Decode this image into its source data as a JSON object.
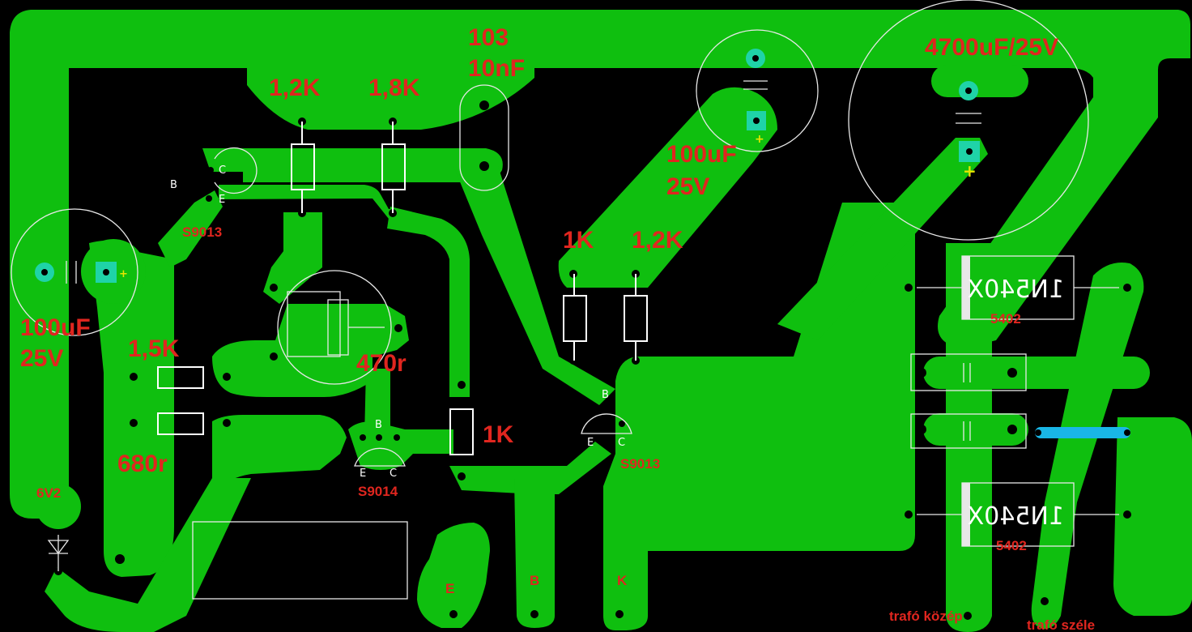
{
  "labels": {
    "cap_103": "103",
    "cap_10nF": "10nF",
    "r_1_2k_a": "1,2K",
    "r_1_8k": "1,8K",
    "cap_4700": "4700uF/25V",
    "cap_100uf_right_a": "100uF",
    "cap_100uf_right_b": "25V",
    "cap_100uf_left_a": "100uF",
    "cap_100uf_left_b": "25V",
    "r_1k_a": "1K",
    "r_1_2k_b": "1,2K",
    "r_1_5k": "1,5K",
    "pot_470r": "470r",
    "r_680r": "680r",
    "r_1k_b": "1K",
    "zener_6v2": "6V2",
    "q_s9013_left": "S9013",
    "q_s9013_right": "S9013",
    "q_s9014": "S9014",
    "diode_top_text": "1N540X",
    "diode_top_sub": "5402",
    "diode_bottom_text": "1N540X",
    "diode_bottom_sub": "5402",
    "pin_e": "E",
    "pin_b": "B",
    "pin_k": "K",
    "trafo_kozep": "trafó közép",
    "trafo_szele": "trafó széle",
    "tiny_b": "B",
    "tiny_e": "E",
    "tiny_c": "C",
    "plus": "+"
  },
  "colors": {
    "copper": "#0fbf0f",
    "background": "#000000",
    "label": "#e0261f",
    "silkscreen": "#ffffff",
    "pad_hole": "#000000",
    "cap_pad": "#1fd3a8",
    "jumper": "#19b6e6"
  }
}
